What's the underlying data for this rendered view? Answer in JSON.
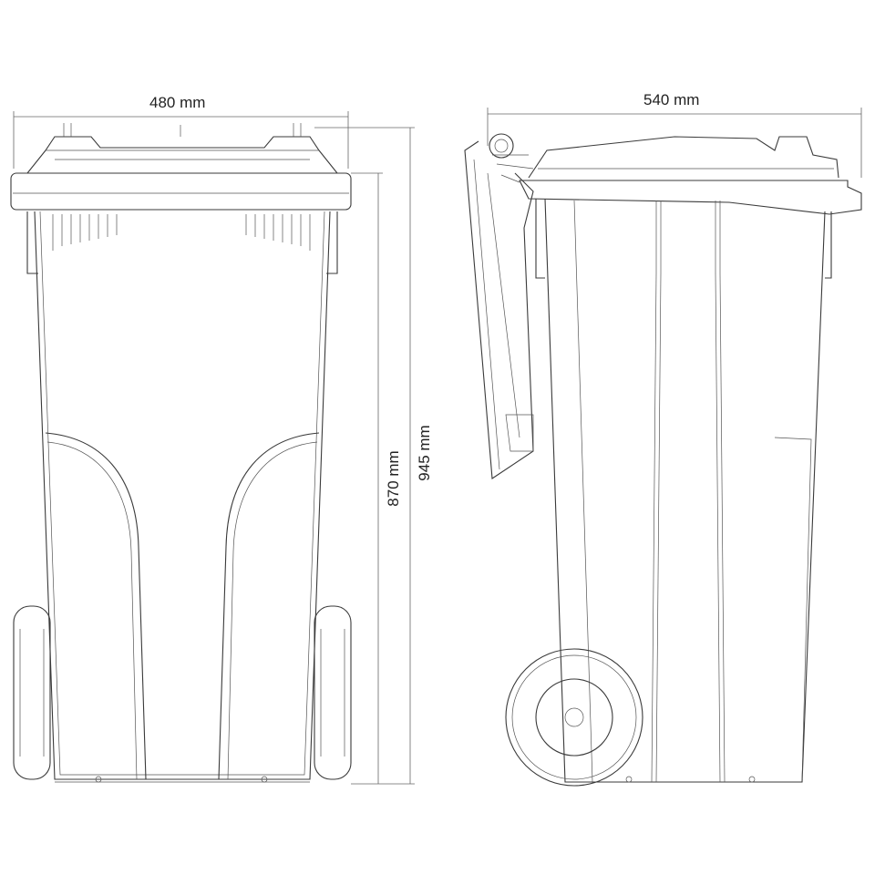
{
  "drawing": {
    "front_view": {
      "width_label": "480 mm",
      "height_body_label": "870 mm",
      "height_total_label": "945 mm"
    },
    "side_view": {
      "depth_label": "540 mm"
    },
    "line_color": "#3a3a3a"
  }
}
